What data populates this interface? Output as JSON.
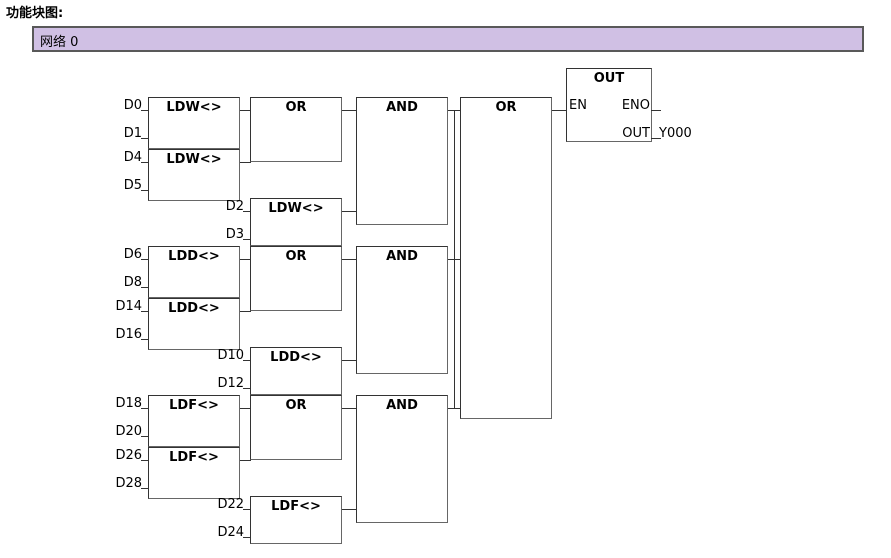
{
  "page": {
    "title": "功能块图:"
  },
  "network": {
    "label": "网络 0",
    "bar_color": "#d0c0e4",
    "border_color": "#595959"
  },
  "diagram": {
    "groups": [
      {
        "name": "group-word",
        "compare_label": "LDW<>",
        "or_label": "OR",
        "and_label": "AND",
        "blocks": [
          {
            "name": "ldw-1",
            "label": "LDW<>",
            "inputs": [
              "D0",
              "D1"
            ]
          },
          {
            "name": "ldw-2",
            "label": "LDW<>",
            "inputs": [
              "D4",
              "D5"
            ]
          },
          {
            "name": "ldw-3",
            "label": "LDW<>",
            "inputs": [
              "D2",
              "D3"
            ]
          }
        ]
      },
      {
        "name": "group-dword",
        "compare_label": "LDD<>",
        "or_label": "OR",
        "and_label": "AND",
        "blocks": [
          {
            "name": "ldd-1",
            "label": "LDD<>",
            "inputs": [
              "D6",
              "D8"
            ]
          },
          {
            "name": "ldd-2",
            "label": "LDD<>",
            "inputs": [
              "D14",
              "D16"
            ]
          },
          {
            "name": "ldd-3",
            "label": "LDD<>",
            "inputs": [
              "D10",
              "D12"
            ]
          }
        ]
      },
      {
        "name": "group-float",
        "compare_label": "LDF<>",
        "or_label": "OR",
        "and_label": "AND",
        "blocks": [
          {
            "name": "ldf-1",
            "label": "LDF<>",
            "inputs": [
              "D18",
              "D20"
            ]
          },
          {
            "name": "ldf-2",
            "label": "LDF<>",
            "inputs": [
              "D26",
              "D28"
            ]
          },
          {
            "name": "ldf-3",
            "label": "LDF<>",
            "inputs": [
              "D22",
              "D24"
            ]
          }
        ]
      }
    ],
    "main_or": {
      "label": "OR"
    },
    "out": {
      "label": "OUT",
      "en": "EN",
      "eno": "ENO",
      "out_pin": "OUT",
      "out_value": "Y000"
    }
  }
}
